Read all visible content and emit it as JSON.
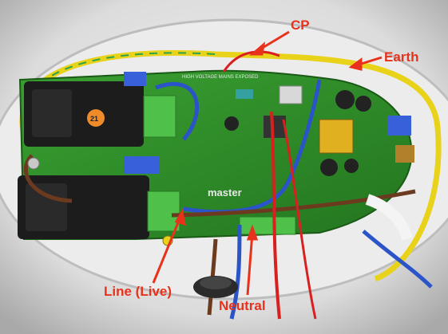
{
  "photo": {
    "subject": "wiring-board-photo",
    "colors": {
      "label": "#e8321c",
      "board": "#2f8f2a",
      "enclosure": "#e2e2e2",
      "wire_yellow": "#e8d21a",
      "wire_red": "#d82020",
      "wire_blue": "#2a54c8",
      "wire_brown": "#6b3a1f",
      "relay": "#1c1c1c"
    },
    "board_markings": {
      "brand": "master",
      "id_sticker": "21",
      "warning": "HIGH VOLTAGE MAINS EXPOSED"
    }
  },
  "callouts": {
    "cp": "CP",
    "earth": "Earth",
    "line_live": "Line (Live)",
    "neutral": "Neutral"
  }
}
